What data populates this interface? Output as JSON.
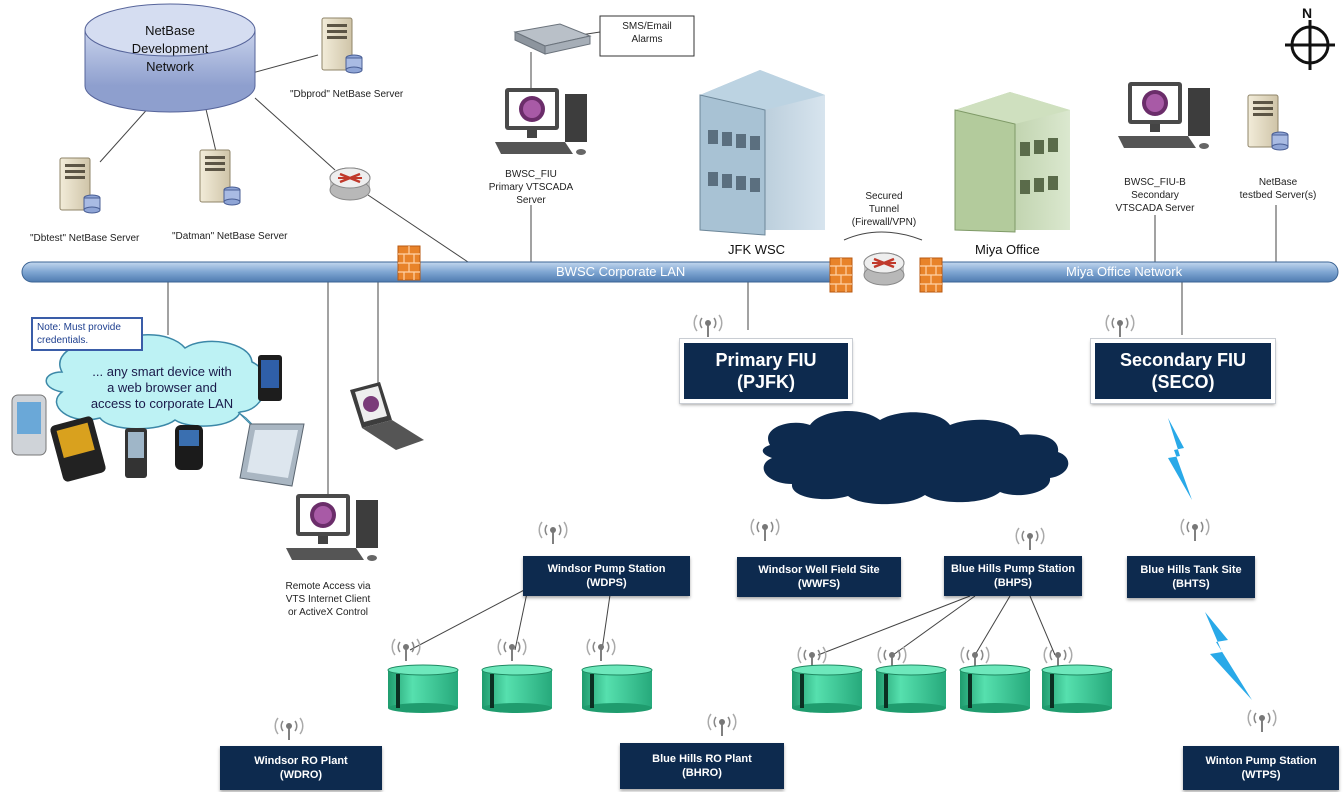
{
  "network": {
    "netbase_dev": [
      "NetBase",
      "Development",
      "Network"
    ],
    "dbprod": "\"Dbprod\" NetBase Server",
    "dbtest": "\"Dbtest\" NetBase Server",
    "datman": "\"Datman\" NetBase Server",
    "sms_alarms": [
      "SMS/Email",
      "Alarms"
    ],
    "bwsc_fiu": [
      "BWSC_FIU",
      "Primary VTSCADA",
      "Server"
    ],
    "jfk_wsc": "JFK WSC",
    "secured_tunnel": [
      "Secured",
      "Tunnel",
      "(Firewall/VPN)"
    ],
    "miya_office": "Miya Office",
    "bwsc_fiu_b": [
      "BWSC_FIU-B",
      "Secondary",
      "VTSCADA Server"
    ],
    "netbase_testbed": [
      "NetBase",
      "testbed Server(s)"
    ],
    "corporate_lan": "BWSC Corporate LAN",
    "miya_network": "Miya Office Network",
    "note": [
      "Note: Must provide",
      "credentials."
    ],
    "smart_device": [
      "... any smart device with",
      "a web browser and",
      "access to corporate LAN"
    ],
    "remote_access": [
      "Remote Access via",
      "VTS Internet Client",
      "or ActiveX Control"
    ],
    "north": "N"
  },
  "fiu": {
    "primary": [
      "Primary FIU",
      "(PJFK)"
    ],
    "secondary": [
      "Secondary FIU",
      "(SECO)"
    ]
  },
  "sites": {
    "wdps": [
      "Windsor Pump Station",
      "(WDPS)"
    ],
    "wwfs": [
      "Windsor Well Field Site",
      "(WWFS)"
    ],
    "bhps": [
      "Blue Hills Pump Station",
      "(BHPS)"
    ],
    "bhts": [
      "Blue Hills Tank Site",
      "(BHTS)"
    ],
    "wdro": [
      "Windsor RO Plant",
      "(WDRO)"
    ],
    "bhro": [
      "Blue Hills RO Plant",
      "(BHRO)"
    ],
    "wtps": [
      "Winton Pump Station",
      "(WTPS)"
    ]
  },
  "colors": {
    "lan": "#8fb3d9",
    "box": "#0d2a4e",
    "tank": "#3fcf9a",
    "firewall": "#e8832a",
    "lightning": "#29a9e8",
    "cloud_bubble": "#bdf2f4"
  }
}
